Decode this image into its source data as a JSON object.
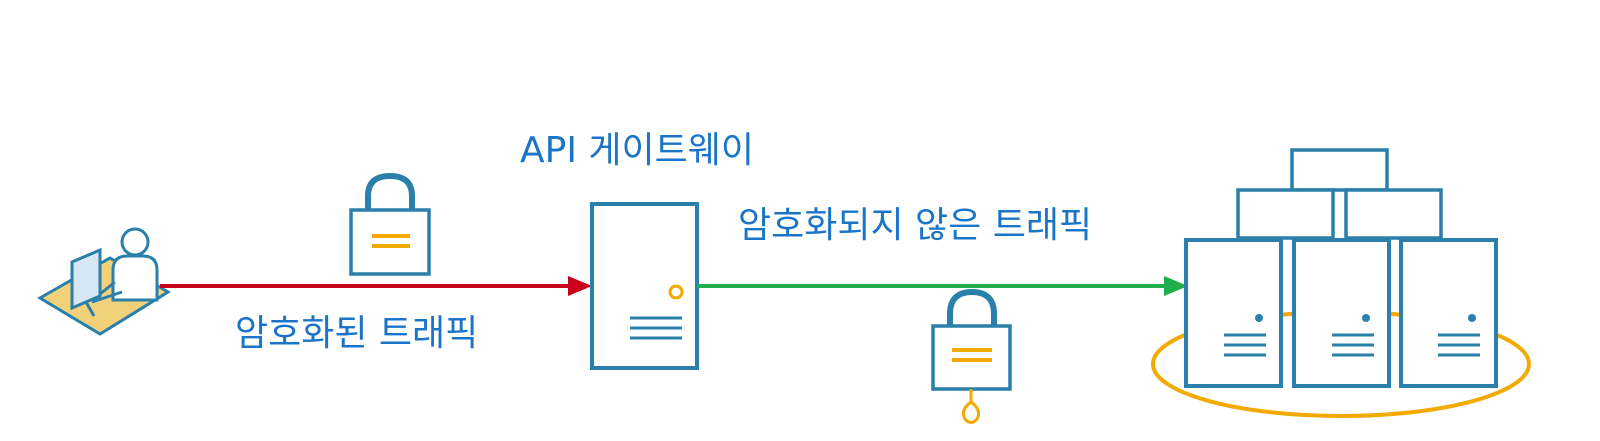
{
  "labels": {
    "gateway": "API 게이트웨이",
    "encrypted_traffic": "암호화된 트래픽",
    "unencrypted_traffic": "암호화되지 않은 트래픽"
  },
  "icons": {
    "client": "user-at-computer-icon",
    "gateway": "server-icon",
    "backend": "server-cluster-icon",
    "locked": "lock-icon",
    "unlocked": "unlocked-lock-icon"
  },
  "colors": {
    "label_text": "#1a74c8",
    "encrypted_arrow": "#c8001e",
    "unencrypted_arrow": "#1fae4b",
    "outline_blue": "#2a7fab",
    "lock_bar": "#f2a900",
    "cluster_ring": "#f2a900"
  }
}
